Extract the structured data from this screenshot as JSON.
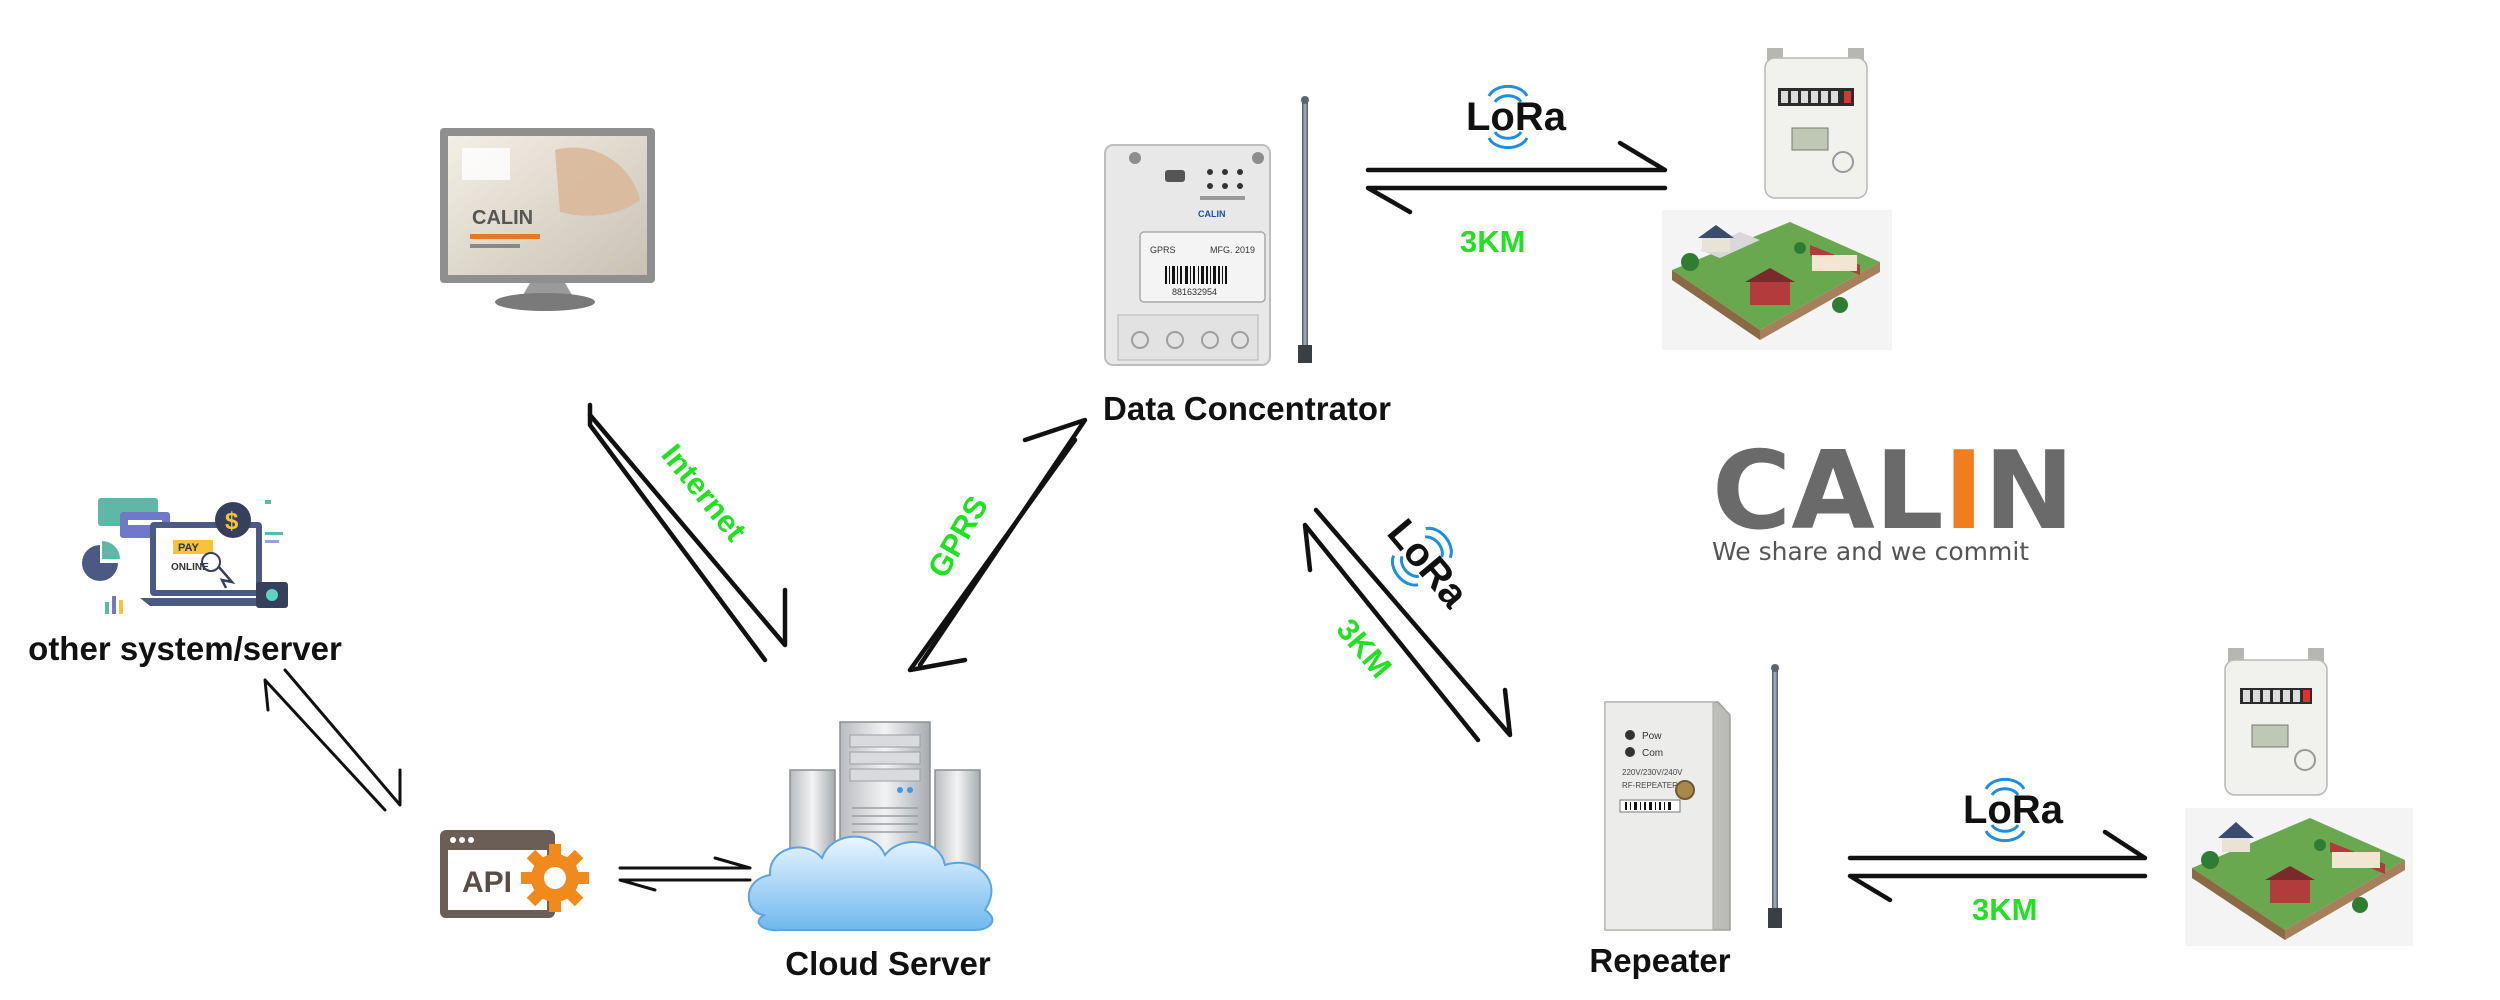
{
  "nodes": {
    "other_system": "other system/server",
    "cloud_server": "Cloud Server",
    "data_concentrator": "Data Concentrator",
    "repeater": "Repeater"
  },
  "links": {
    "internet": "Internet",
    "gprs": "GPRS",
    "lora_top_range": "3KM",
    "lora_diag_range": "3KM",
    "lora_bottom_range": "3KM"
  },
  "lora_label": "LoRa",
  "brand": {
    "name_left": "CAL",
    "name_i": "I",
    "name_right": "N",
    "slogan": "We share and we commit",
    "gray": "#6a6a6a",
    "orange": "#f07d1f"
  },
  "monitor_brand": "CALIN",
  "concentrator_text": {
    "gprs": "GPRS",
    "mfg": "MFG. 2019",
    "serial": "881632954",
    "brand": "CALIN"
  },
  "repeater_text": {
    "pow": "Pow",
    "com": "Com",
    "spec": "220V/230V/240V",
    "model": "RF-REPEATER"
  },
  "api_text": "API",
  "payment_text": {
    "pay": "PAY",
    "online": "ONLINE"
  },
  "colors": {
    "link_label": "#22e022",
    "lora_waves": "#1e8fd8",
    "arrow": "#111111"
  },
  "icons": [
    "desktop-monitor-icon",
    "online-payment-icon",
    "api-gear-icon",
    "cloud-server-icon",
    "data-concentrator-icon",
    "repeater-icon",
    "gas-meter-icon",
    "residential-houses-icon",
    "lora-logo-icon"
  ]
}
